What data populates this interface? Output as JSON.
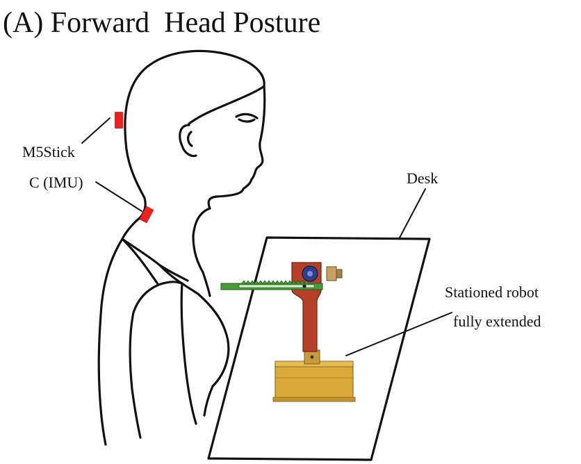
{
  "title": "(A) Forward  Head Posture",
  "labels": {
    "sensor_line1": "M5Stick",
    "sensor_line2": "C (IMU)",
    "desk": "Desk",
    "robot_line1": "Stationed robot",
    "robot_line2": "fully extended"
  },
  "colors": {
    "sensor": "#e8231f",
    "arm_green": "#4a9a3c",
    "arm_red": "#b5402a",
    "base_gold": "#d9a93a",
    "outline": "#111111"
  },
  "icons": {
    "person": "person-silhouette-icon",
    "sensor": "imu-sensor-icon",
    "desk": "desk-plane-icon",
    "robot": "robot-arm-icon"
  }
}
